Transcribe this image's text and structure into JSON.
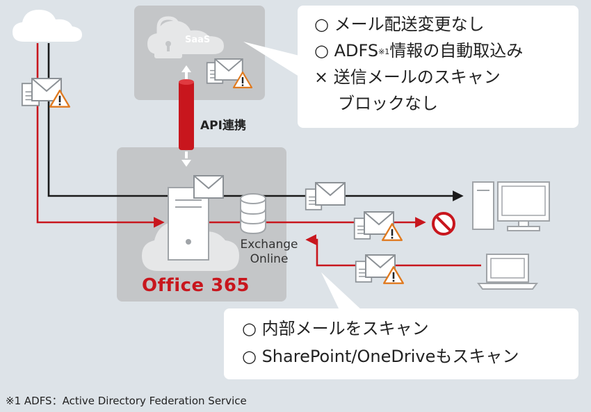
{
  "colors": {
    "background": "#dde3e8",
    "accent_red": "#c8161d",
    "line_black": "#1a1a1a",
    "box_gray": "#c4c6c8",
    "icon_gray": "#b0b3b6",
    "warning_orange": "#e07a1f"
  },
  "saas": {
    "label": "SaaS",
    "icons": [
      "cloud-icon",
      "lock-icon",
      "mail-warning-icon"
    ]
  },
  "api": {
    "label": "API連携"
  },
  "office365": {
    "label": "Office 365",
    "exchange_line1": "Exchange",
    "exchange_line2": "Online",
    "icons": [
      "cloud-icon",
      "server-icon",
      "database-icon",
      "mail-icon"
    ]
  },
  "callout_top": {
    "line1": "○ メール配送変更なし",
    "line2_pre": "○ ADFS",
    "line2_sup": "※1",
    "line2_post": "情報の自動取込み",
    "line3": "× 送信メールのスキャン",
    "line4": "ブロックなし"
  },
  "callout_bottom": {
    "line1": "○ 内部メールをスキャン",
    "line2": "○ SharePoint/OneDriveもスキャン"
  },
  "footnote": "※1 ADFS：Active Directory Federation Service",
  "external": {
    "icons": [
      "cloud-icon",
      "mail-warning-icon",
      "desktop-icon",
      "laptop-icon",
      "block-icon"
    ]
  }
}
